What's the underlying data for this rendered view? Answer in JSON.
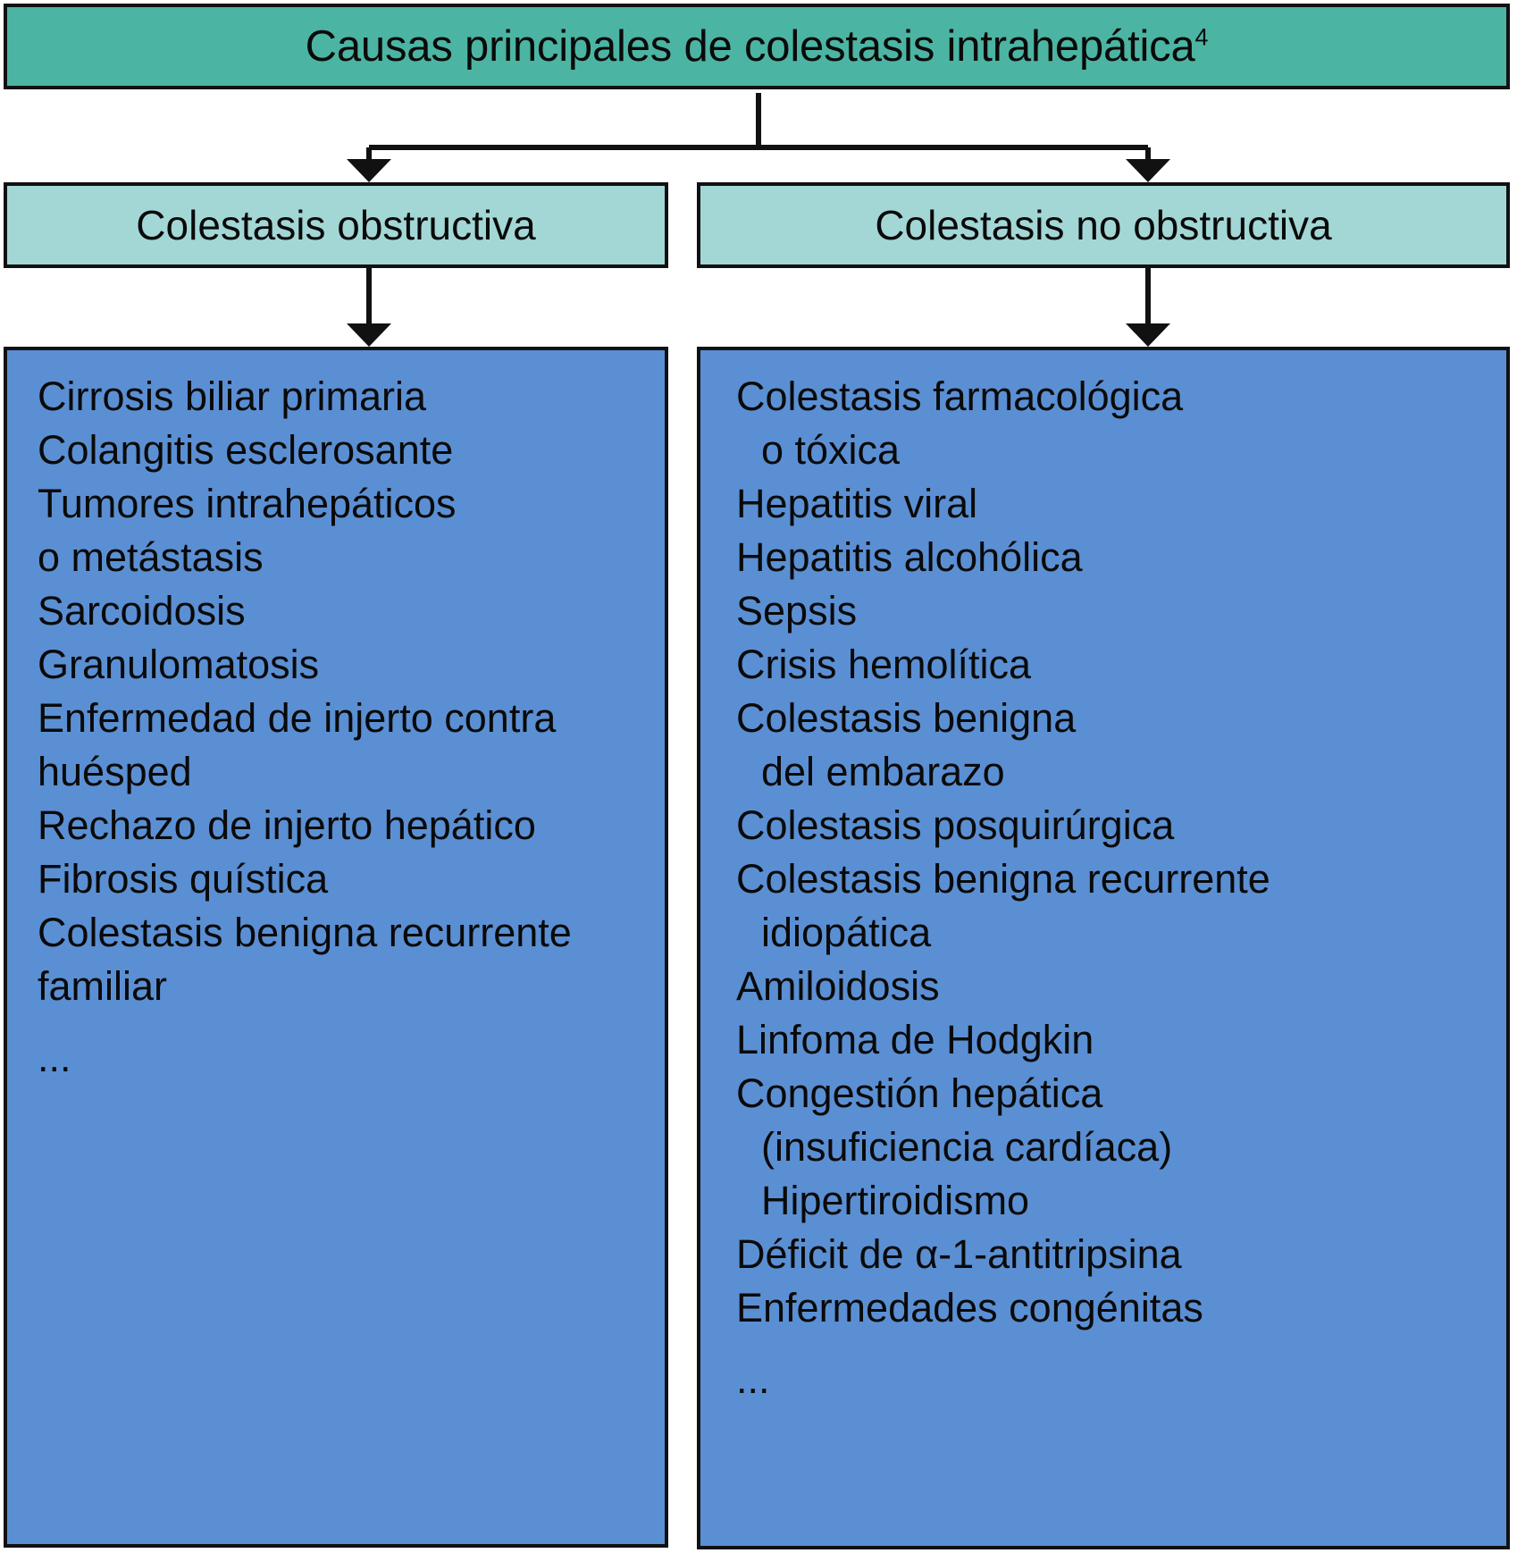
{
  "title": {
    "text": "Causas principales de colestasis intrahepática",
    "superscript": "4"
  },
  "colors": {
    "title_fill": "#4cb4a2",
    "category_fill": "#a3d7d6",
    "list_fill": "#5b8fd3",
    "border": "#111111",
    "text": "#0a0a0a"
  },
  "branches": [
    {
      "category_label": "Colestasis obstructiva",
      "items": [
        {
          "text": "Cirrosis biliar primaria",
          "indent": false
        },
        {
          "text": "Colangitis esclerosante",
          "indent": false
        },
        {
          "text": "Tumores intrahepáticos",
          "indent": false
        },
        {
          "text": "o metástasis",
          "indent": true
        },
        {
          "text": "Sarcoidosis",
          "indent": false
        },
        {
          "text": "Granulomatosis",
          "indent": false
        },
        {
          "text": "Enfermedad de injerto contra",
          "indent": false
        },
        {
          "text": "huésped",
          "indent": true
        },
        {
          "text": "Rechazo de injerto hepático",
          "indent": false
        },
        {
          "text": "Fibrosis quística",
          "indent": false
        },
        {
          "text": "Colestasis benigna recurrente",
          "indent": false
        },
        {
          "text": "familiar",
          "indent": true
        },
        {
          "text": "...",
          "indent": false,
          "ellipsis": true
        }
      ]
    },
    {
      "category_label": "Colestasis no obstructiva",
      "items": [
        {
          "text": "Colestasis farmacológica",
          "indent": false
        },
        {
          "text": "o tóxica",
          "indent": true
        },
        {
          "text": "Hepatitis viral",
          "indent": false
        },
        {
          "text": "Hepatitis alcohólica",
          "indent": false
        },
        {
          "text": "Sepsis",
          "indent": false
        },
        {
          "text": "Crisis hemolítica",
          "indent": false
        },
        {
          "text": "Colestasis benigna",
          "indent": false
        },
        {
          "text": "del embarazo",
          "indent": true
        },
        {
          "text": "Colestasis posquirúrgica",
          "indent": false
        },
        {
          "text": "Colestasis benigna recurrente",
          "indent": false
        },
        {
          "text": "idiopática",
          "indent": true
        },
        {
          "text": "Amiloidosis",
          "indent": false
        },
        {
          "text": "Linfoma de Hodgkin",
          "indent": false
        },
        {
          "text": "Congestión hepática",
          "indent": false
        },
        {
          "text": "(insuficiencia cardíaca)",
          "indent": true
        },
        {
          "text": "Hipertiroidismo",
          "indent": true
        },
        {
          "text": "Déficit de α-1-antitripsina",
          "indent": false
        },
        {
          "text": "Enfermedades congénitas",
          "indent": false
        },
        {
          "text": "...",
          "indent": false,
          "ellipsis": true
        }
      ]
    }
  ]
}
